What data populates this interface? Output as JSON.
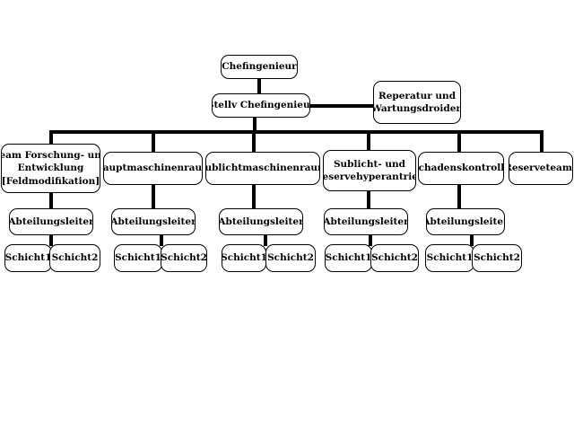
{
  "chart": {
    "top": {
      "chief": "Chefingenieur",
      "deputy": "Stellv Chefingenieur",
      "droids": [
        "Reperatur und",
        "Wartungsdroiden"
      ]
    },
    "departments": [
      {
        "name_lines": [
          "Team Forschung- und",
          "Entwicklung",
          "[Feldmodifikation]"
        ],
        "lead": "Abteilungsleiter",
        "shifts": [
          "Schicht1",
          "Schicht2"
        ]
      },
      {
        "name_lines": [
          "Hauptmaschinenraum"
        ],
        "lead": "Abteilungsleiter",
        "shifts": [
          "Schicht1",
          "Schicht2"
        ]
      },
      {
        "name_lines": [
          "Sublichtmaschinenraum"
        ],
        "lead": "Abteilungsleiter",
        "shifts": [
          "Schicht1",
          "Schicht2"
        ]
      },
      {
        "name_lines": [
          "Sublicht- und",
          "Reservehyperantrieb"
        ],
        "lead": "Abteilungsleiter",
        "shifts": [
          "Schicht1",
          "Schicht2"
        ]
      },
      {
        "name_lines": [
          "Schadenskontrolle"
        ],
        "lead": "Abteilungsleiter",
        "shifts": [
          "Schicht1",
          "Schicht2"
        ]
      },
      {
        "name_lines": [
          "Reserveteams"
        ]
      }
    ]
  }
}
